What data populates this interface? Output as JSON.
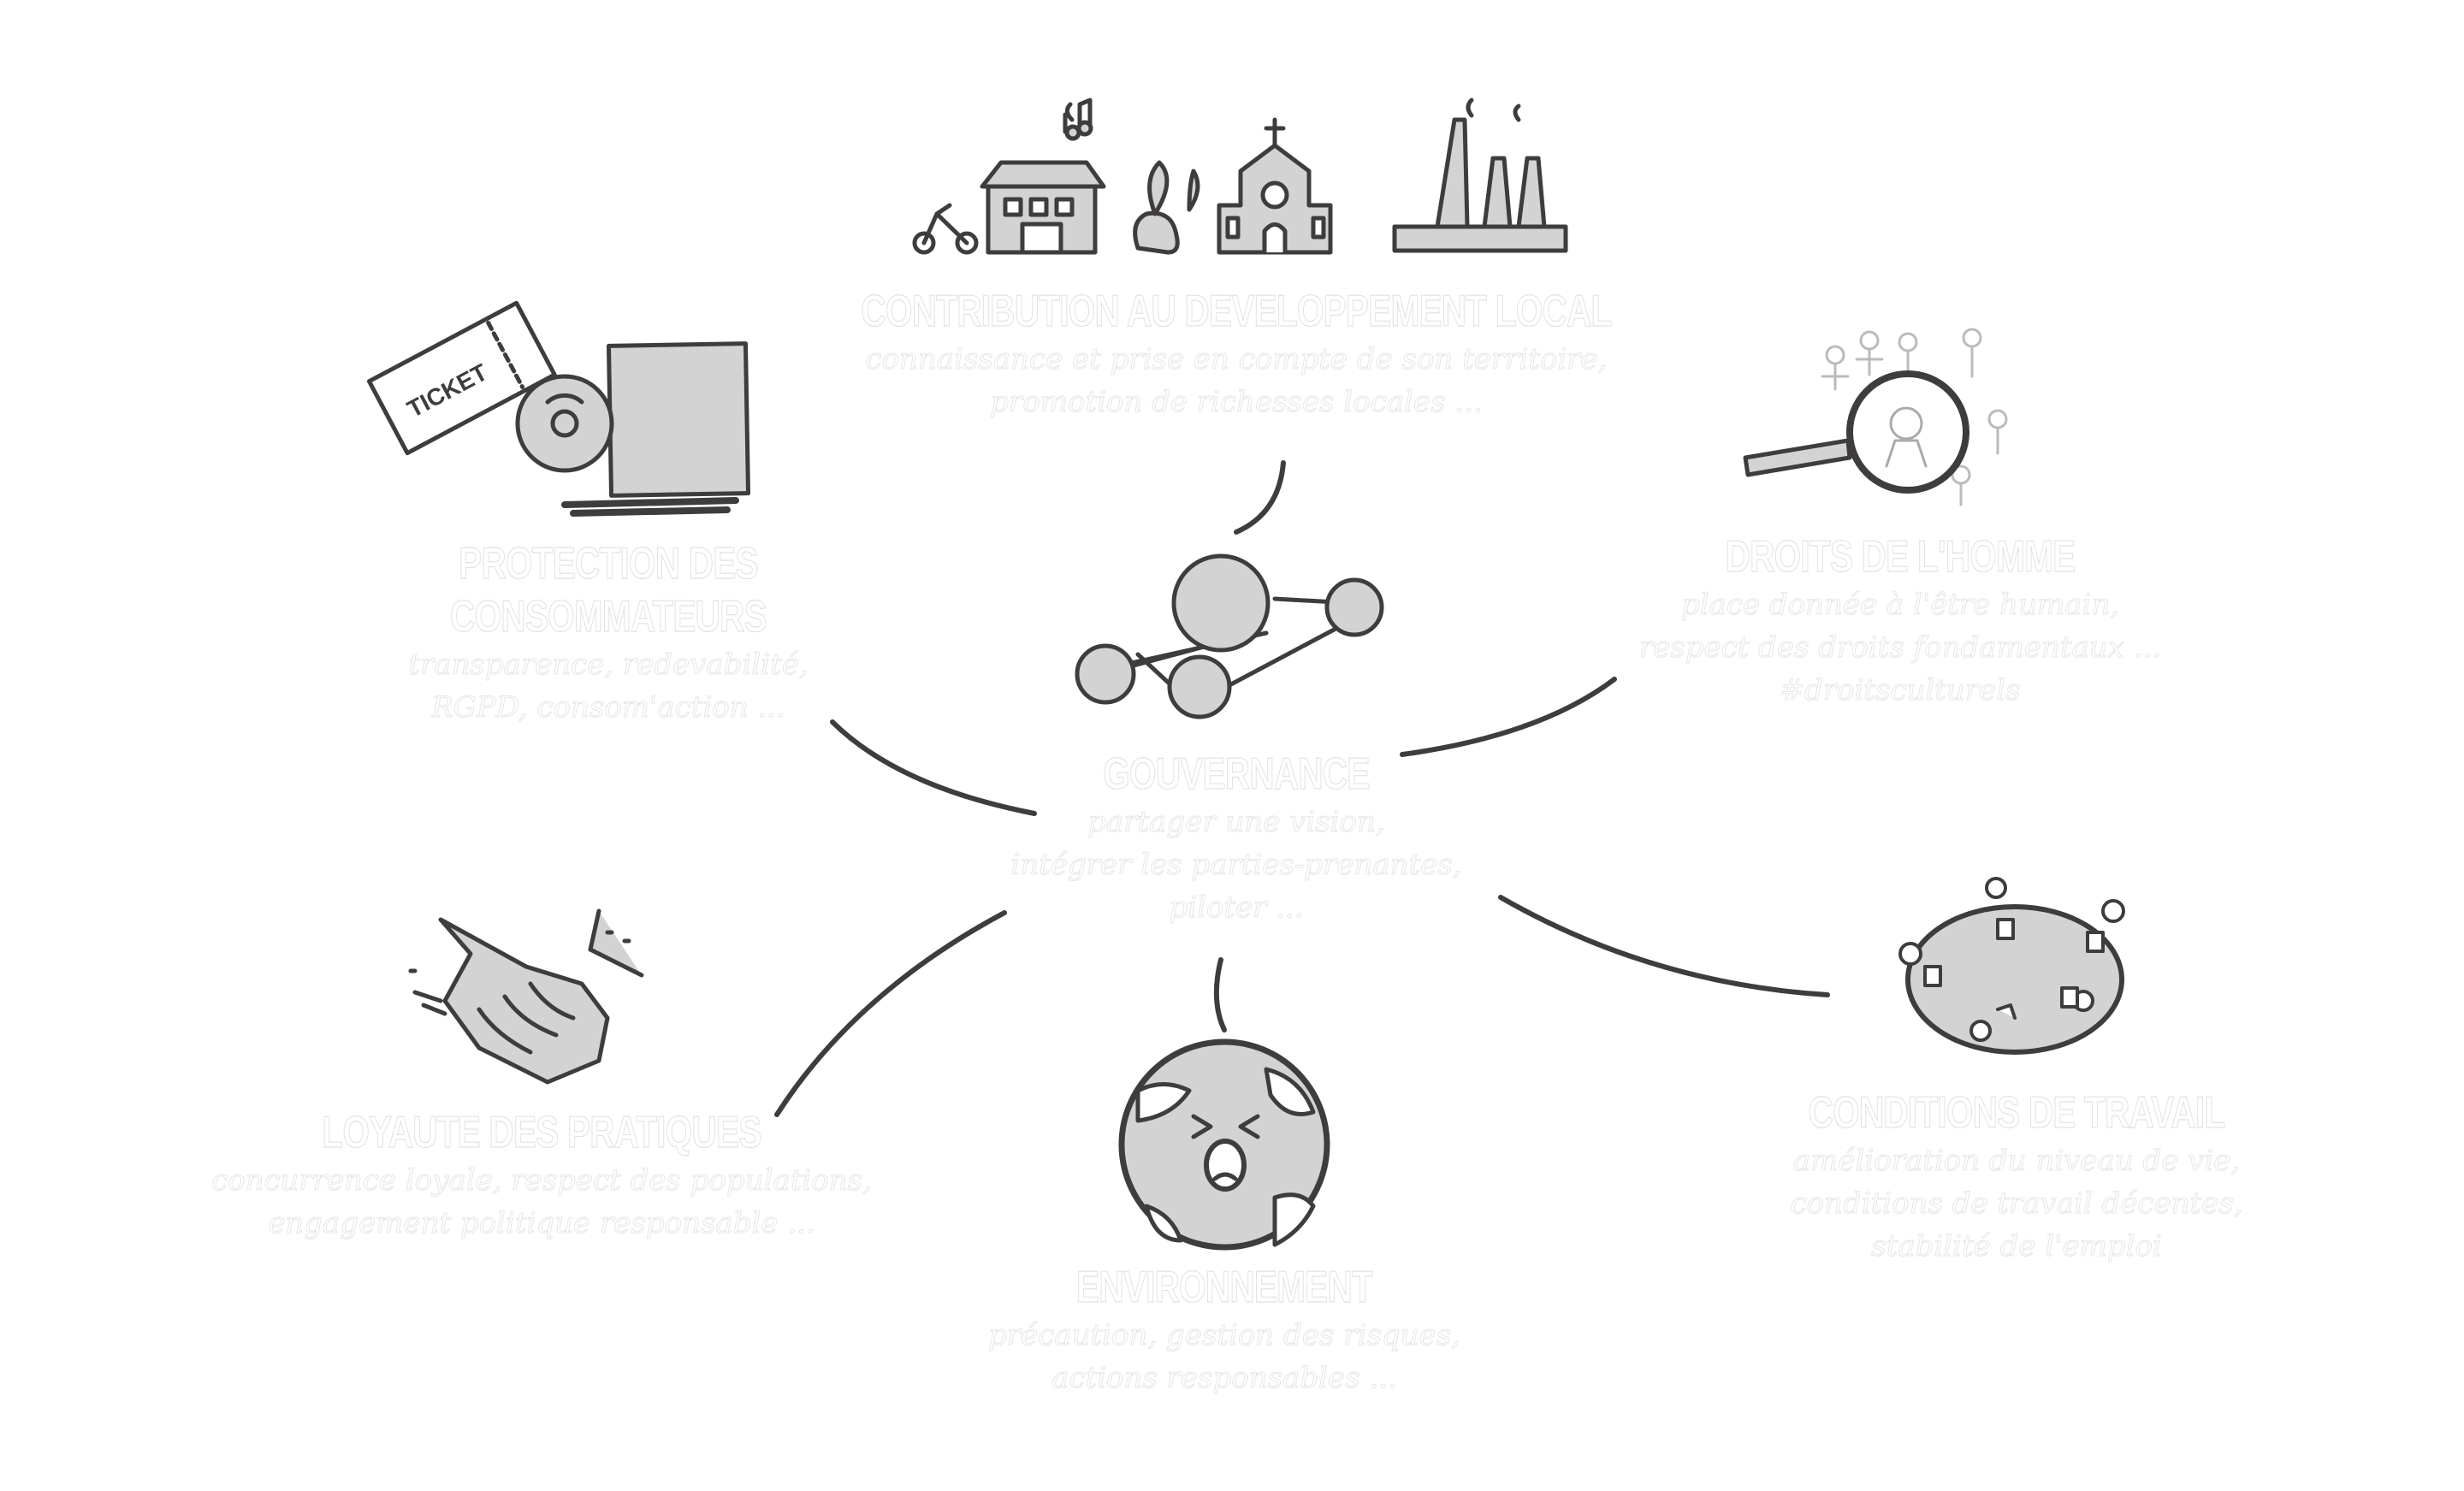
{
  "center": {
    "title": "GOUVERNANCE",
    "lines": [
      "partager une vision,",
      "intégrer les parties-prenantes,",
      "piloter ..."
    ]
  },
  "themes": {
    "local": {
      "title": "CONTRIBUTION AU DEVELOPPEMENT LOCAL",
      "lines": [
        "connaissance et prise en compte de son territoire,",
        "promotion de richesses locales ..."
      ]
    },
    "consumers": {
      "title_lines": [
        "PROTECTION DES",
        "CONSOMMATEURS"
      ],
      "lines": [
        "transparence, redevabilité,",
        "RGPD, consom'action ..."
      ]
    },
    "human_rights": {
      "title": "DROITS DE L'HOMME",
      "lines": [
        "place donnée à l'être humain,",
        "respect des droits fondamentaux ...",
        "#droitsculturels"
      ]
    },
    "fair_practices": {
      "title": "LOYAUTE DES PRATIQUES",
      "lines": [
        "concurrence loyale, respect des populations,",
        "engagement politique responsable ..."
      ]
    },
    "environment": {
      "title": "ENVIRONNEMENT",
      "lines": [
        "précaution, gestion des risques,",
        "actions responsables ..."
      ]
    },
    "work": {
      "title": "CONDITIONS DE TRAVAIL",
      "lines": [
        "amélioration du niveau de vie,",
        "conditions de travail décentes,",
        "stabilité de l'emploi"
      ]
    }
  },
  "illustration_labels": {
    "ticket": "TICKET"
  },
  "colors": {
    "ink": "#3f3c3e",
    "fill": "#d3d3d3",
    "text_outline": "#e2e2e2"
  }
}
